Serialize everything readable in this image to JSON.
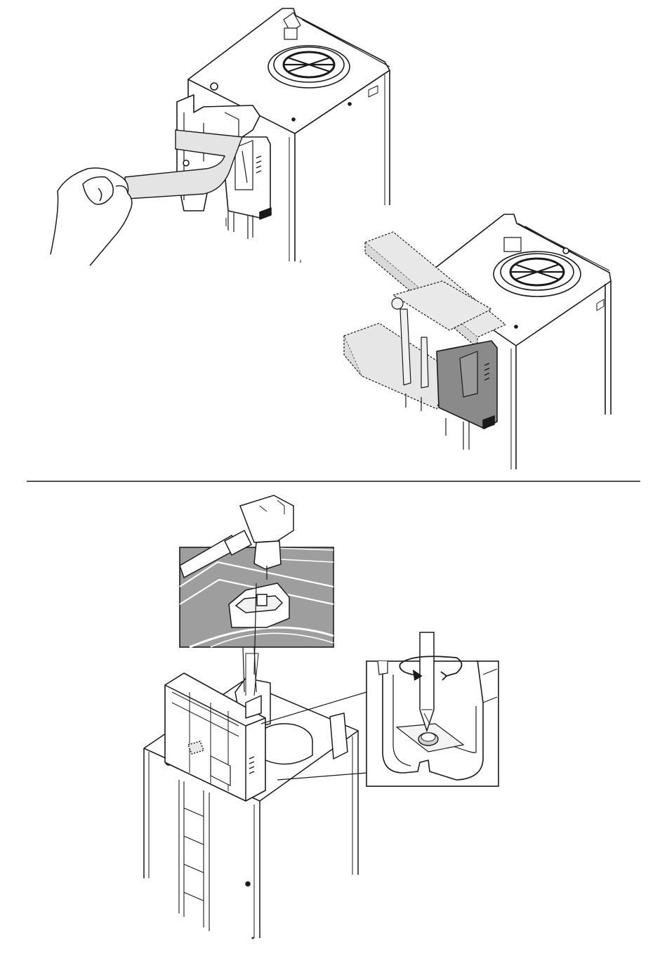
{
  "figure": {
    "panels": [
      {
        "id": "step-1",
        "content": "remove-tape"
      },
      {
        "id": "step-2",
        "content": "tilt-control-box"
      },
      {
        "id": "step-3",
        "content": "connect-plug-and-tighten-screw"
      }
    ],
    "colors": {
      "line": "#1a1a1a",
      "tape": "#e4e4e4",
      "ghost": "#e0e0e0",
      "box_dark": "#8a8a8a",
      "detail_bg": "#9e9e9e",
      "white": "#ffffff"
    },
    "icons": [
      "hand-icon",
      "rotate-arrow-icon",
      "screwdriver-icon",
      "plug-icon",
      "flue-vent-icon",
      "screw-icon"
    ]
  }
}
